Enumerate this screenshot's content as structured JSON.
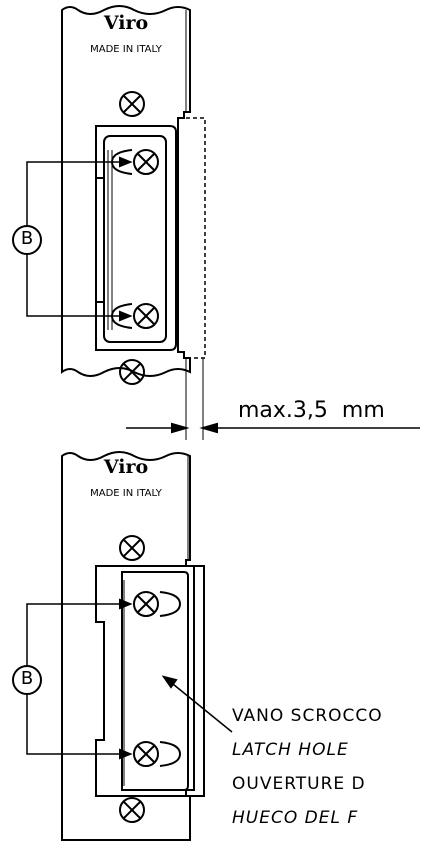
{
  "top_view": {
    "brand": "Viro",
    "origin": "MADE IN ITALY",
    "callout_label": "B"
  },
  "bottom_view": {
    "brand": "Viro",
    "origin": "MADE IN ITALY",
    "callout_label": "B"
  },
  "dimension": {
    "label": "max.3,5  mm"
  },
  "notes": [
    "VANO SCROCCO",
    "LATCH HOLE",
    "OUVERTURE D",
    "HUECO DEL F"
  ],
  "colors": {
    "line": "#000000",
    "background": "#ffffff"
  }
}
